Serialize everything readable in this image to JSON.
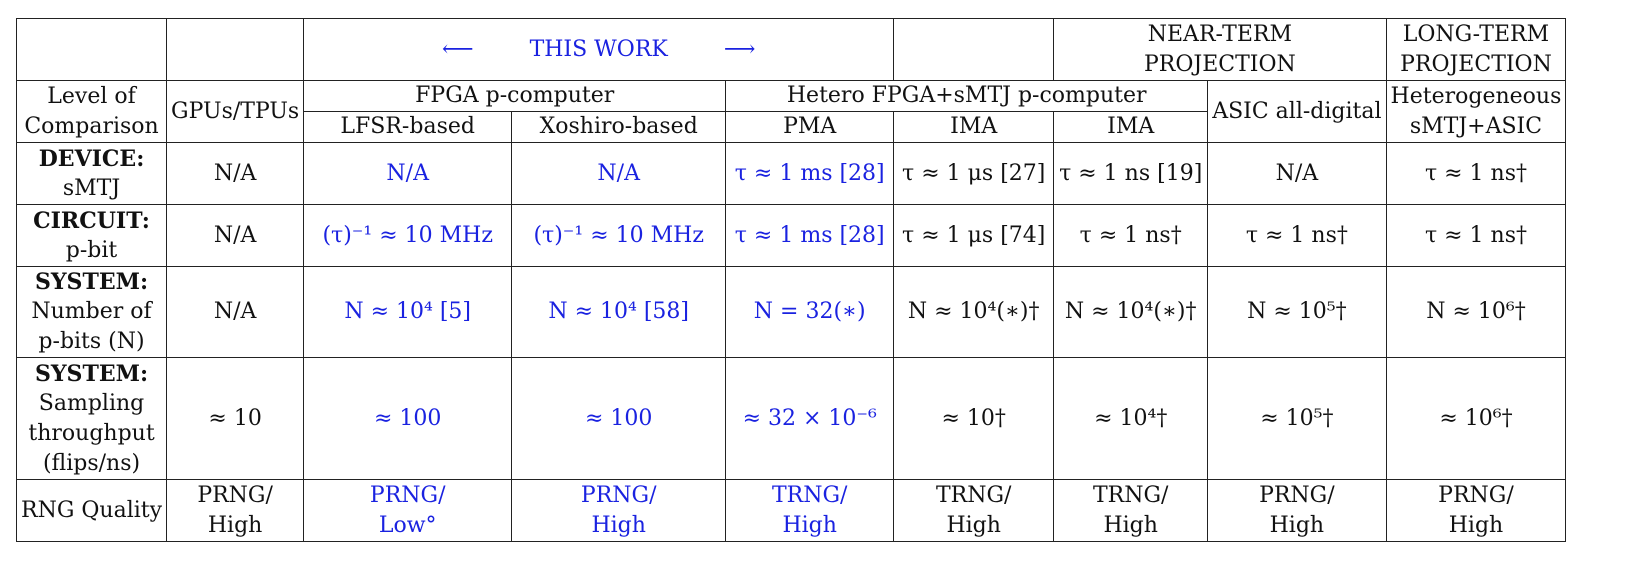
{
  "header": {
    "this_work": "THIS WORK",
    "arrow_left": "⟵",
    "arrow_right": "⟶",
    "near_term": "NEAR-TERM PROJECTION",
    "near_term_l1": "NEAR-TERM",
    "near_term_l2": "PROJECTION",
    "long_term_l1": "LONG-TERM",
    "long_term_l2": "PROJECTION"
  },
  "columns": {
    "level_l1": "Level of",
    "level_l2": "Comparison",
    "gpus": "GPUs/TPUs",
    "fpga": "FPGA p-computer",
    "lfsr": "LFSR-based",
    "xoshiro": "Xoshiro-based",
    "hetero": "Hetero FPGA+sMTJ p-computer",
    "pma": "PMA",
    "ima1": "IMA",
    "ima2": "IMA",
    "asic": "ASIC all-digital",
    "hetero_asic_l1": "Heterogeneous",
    "hetero_asic_l2": "sMTJ+ASIC"
  },
  "rows": [
    {
      "label_bold": "DEVICE:",
      "label_rest": [
        "sMTJ"
      ],
      "cells": [
        "N/A",
        "N/A",
        "N/A",
        "τ ≈ 1 ms [28]",
        "τ ≈ 1 μs [27]",
        "τ ≈ 1 ns [19]",
        "N/A",
        "τ ≈ 1 ns†"
      ]
    },
    {
      "label_bold": "CIRCUIT:",
      "label_rest": [
        "p-bit"
      ],
      "cells": [
        "N/A",
        "(τ)⁻¹ ≈ 10 MHz",
        "(τ)⁻¹ ≈ 10 MHz",
        "τ  ≈ 1 ms [28]",
        "τ  ≈ 1 μs [74]",
        "τ  ≈ 1 ns†",
        "τ ≈ 1 ns†",
        "τ  ≈ 1 ns†"
      ]
    },
    {
      "label_bold": "SYSTEM:",
      "label_rest": [
        "Number of",
        "p-bits (N)"
      ],
      "cells": [
        "N/A",
        "N ≈ 10⁴ [5]",
        "N ≈ 10⁴ [58]",
        "N = 32(∗)",
        "N ≈ 10⁴(∗)†",
        "N ≈ 10⁴(∗)†",
        "N ≈ 10⁵†",
        "N ≈ 10⁶†"
      ]
    },
    {
      "label_bold": "SYSTEM:",
      "label_rest": [
        "Sampling",
        "throughput",
        "(flips/ns)"
      ],
      "cells": [
        "≈ 10",
        "≈ 100",
        "≈ 100",
        "≈ 32 × 10⁻⁶",
        "≈ 10†",
        "≈ 10⁴†",
        "≈ 10⁵†",
        "≈ 10⁶†"
      ]
    },
    {
      "label": "RNG Quality",
      "cells_l1": [
        "PRNG/",
        "PRNG/",
        "PRNG/",
        "TRNG/",
        "TRNG/",
        "TRNG/",
        "PRNG/",
        "PRNG/"
      ],
      "cells_l2": [
        "High",
        "Low°",
        "High",
        "High",
        "High",
        "High",
        "High",
        "High"
      ]
    }
  ],
  "colors": {
    "this_work": "#1a22e0",
    "text": "#111111",
    "border": "#222222"
  }
}
